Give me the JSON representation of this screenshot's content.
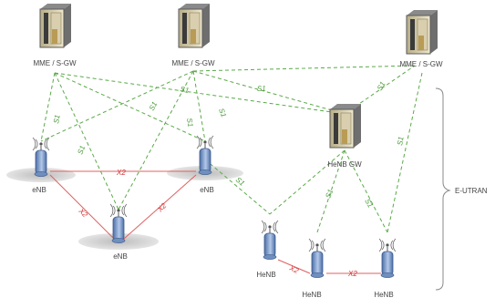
{
  "nodes": {
    "mme1": {
      "label": "MME / S-GW"
    },
    "mme2": {
      "label": "MME / S-GW"
    },
    "mme3": {
      "label": "MME / S-GW"
    },
    "henb_gw": {
      "label": "HeNB GW"
    },
    "enb1": {
      "label": "eNB"
    },
    "enb2": {
      "label": "eNB"
    },
    "enb3": {
      "label": "eNB"
    },
    "henb1": {
      "label": "HeNB"
    },
    "henb2": {
      "label": "HeNB"
    },
    "henb3": {
      "label": "HeNB"
    }
  },
  "link_labels": {
    "s1": "S1",
    "x2": "X2"
  },
  "region": {
    "label": "E-UTRAN"
  },
  "colors": {
    "s1": "#5aaa48",
    "x2": "#e06060",
    "cabinet": "#e9e2c9",
    "antenna": "#6f8fbf"
  }
}
